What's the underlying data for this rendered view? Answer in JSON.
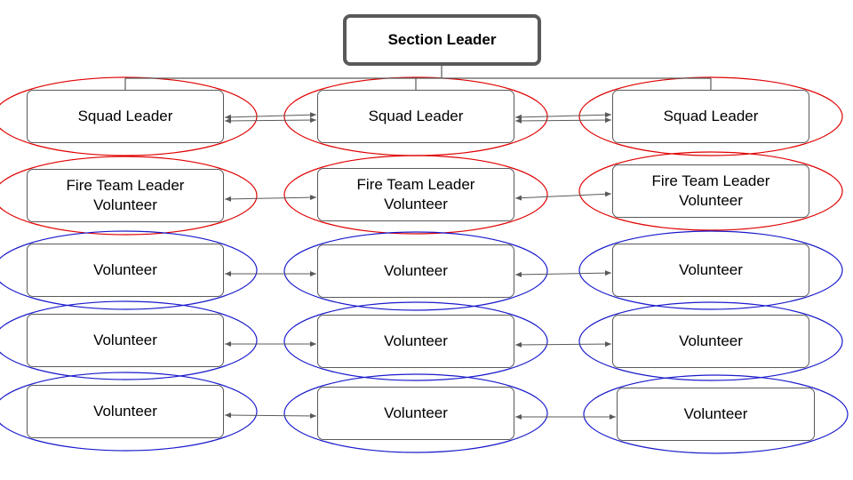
{
  "colors": {
    "leader_ring": "#e00000",
    "volunteer_ring": "#1a1acc",
    "line": "#595959"
  },
  "root": {
    "label": "Section Leader"
  },
  "squads": [
    {
      "squad_leader": "Squad Leader",
      "fire_team": [
        "Fire Team Leader",
        "Volunteer"
      ],
      "volunteers": [
        "Volunteer",
        "Volunteer",
        "Volunteer"
      ]
    },
    {
      "squad_leader": "Squad Leader",
      "fire_team": [
        "Fire Team Leader",
        "Volunteer"
      ],
      "volunteers": [
        "Volunteer",
        "Volunteer",
        "Volunteer"
      ]
    },
    {
      "squad_leader": "Squad Leader",
      "fire_team": [
        "Fire Team Leader",
        "Volunteer"
      ],
      "volunteers": [
        "Volunteer",
        "Volunteer",
        "Volunteer"
      ]
    }
  ]
}
